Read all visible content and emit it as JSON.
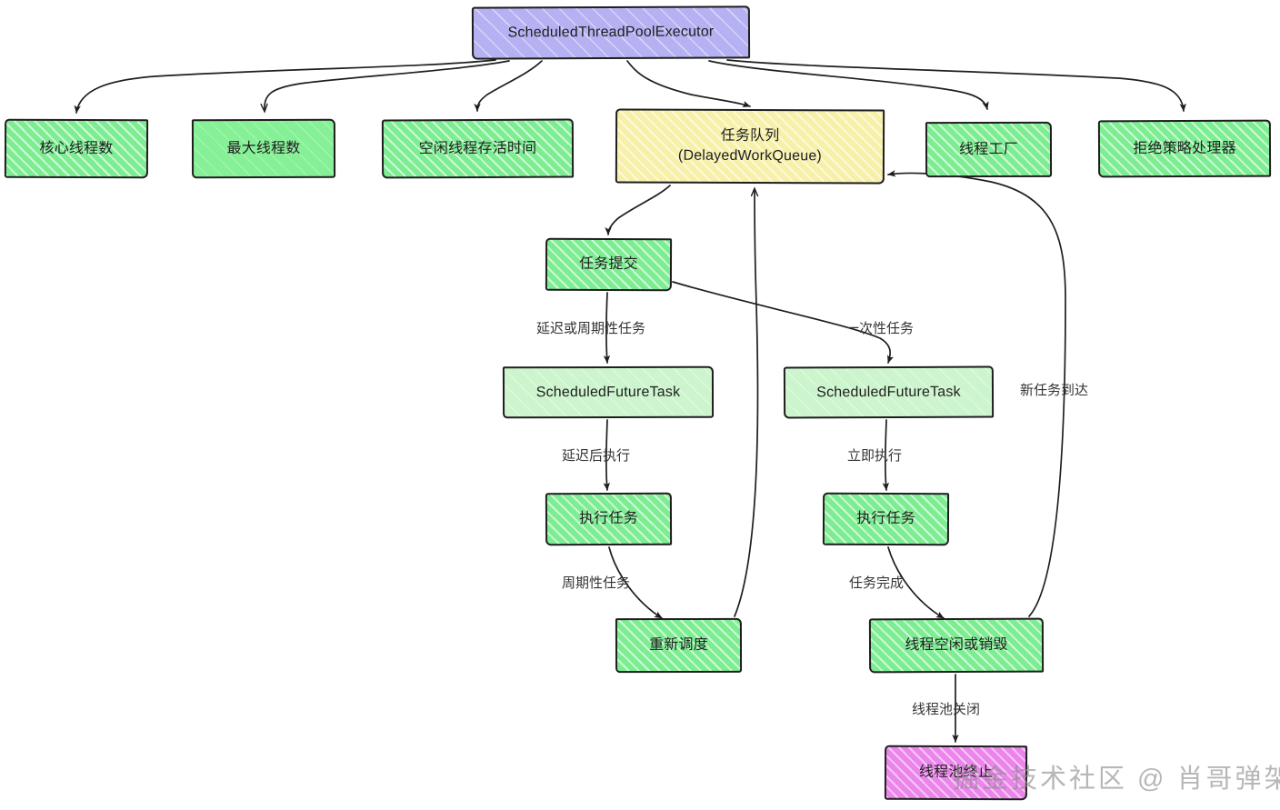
{
  "diagram": {
    "title": "ScheduledThreadPoolExecutor",
    "style": "hand-drawn flowchart",
    "colors": {
      "root": "#b5b1f2",
      "queue": "#f7f0a8",
      "process": "#7ded92",
      "task": "#cdf5cd",
      "terminal": "#eb84eb",
      "stroke": "#1e1e1e",
      "label": "#343434"
    }
  },
  "nodes": {
    "root": {
      "label": "ScheduledThreadPoolExecutor"
    },
    "core_pool_size": {
      "label": "核心线程数"
    },
    "max_pool_size": {
      "label": "最大线程数"
    },
    "keep_alive_time": {
      "label": "空闲线程存活时间"
    },
    "task_queue": {
      "line1": "任务队列",
      "line2": "(DelayedWorkQueue)"
    },
    "thread_factory": {
      "label": "线程工厂"
    },
    "rejected_handler": {
      "label": "拒绝策略处理器"
    },
    "task_submit": {
      "label": "任务提交"
    },
    "sft_left": {
      "label": "ScheduledFutureTask"
    },
    "sft_right": {
      "label": "ScheduledFutureTask"
    },
    "execute_left": {
      "label": "执行任务"
    },
    "execute_right": {
      "label": "执行任务"
    },
    "reschedule": {
      "label": "重新调度"
    },
    "thread_idle_or_destroy": {
      "label": "线程空闲或销毁"
    },
    "pool_terminated": {
      "label": "线程池终止"
    }
  },
  "edge_labels": {
    "delayed_or_periodic": "延迟或周期性任务",
    "one_shot": "一次性任务",
    "after_delay": "延迟后执行",
    "immediate": "立即执行",
    "periodic_task": "周期性任务",
    "task_done": "任务完成",
    "new_task_arrives": "新任务到达",
    "pool_shutdown": "线程池关闭"
  },
  "watermark": {
    "text": "掘金技术社区 @ 肖哥弹架构"
  }
}
